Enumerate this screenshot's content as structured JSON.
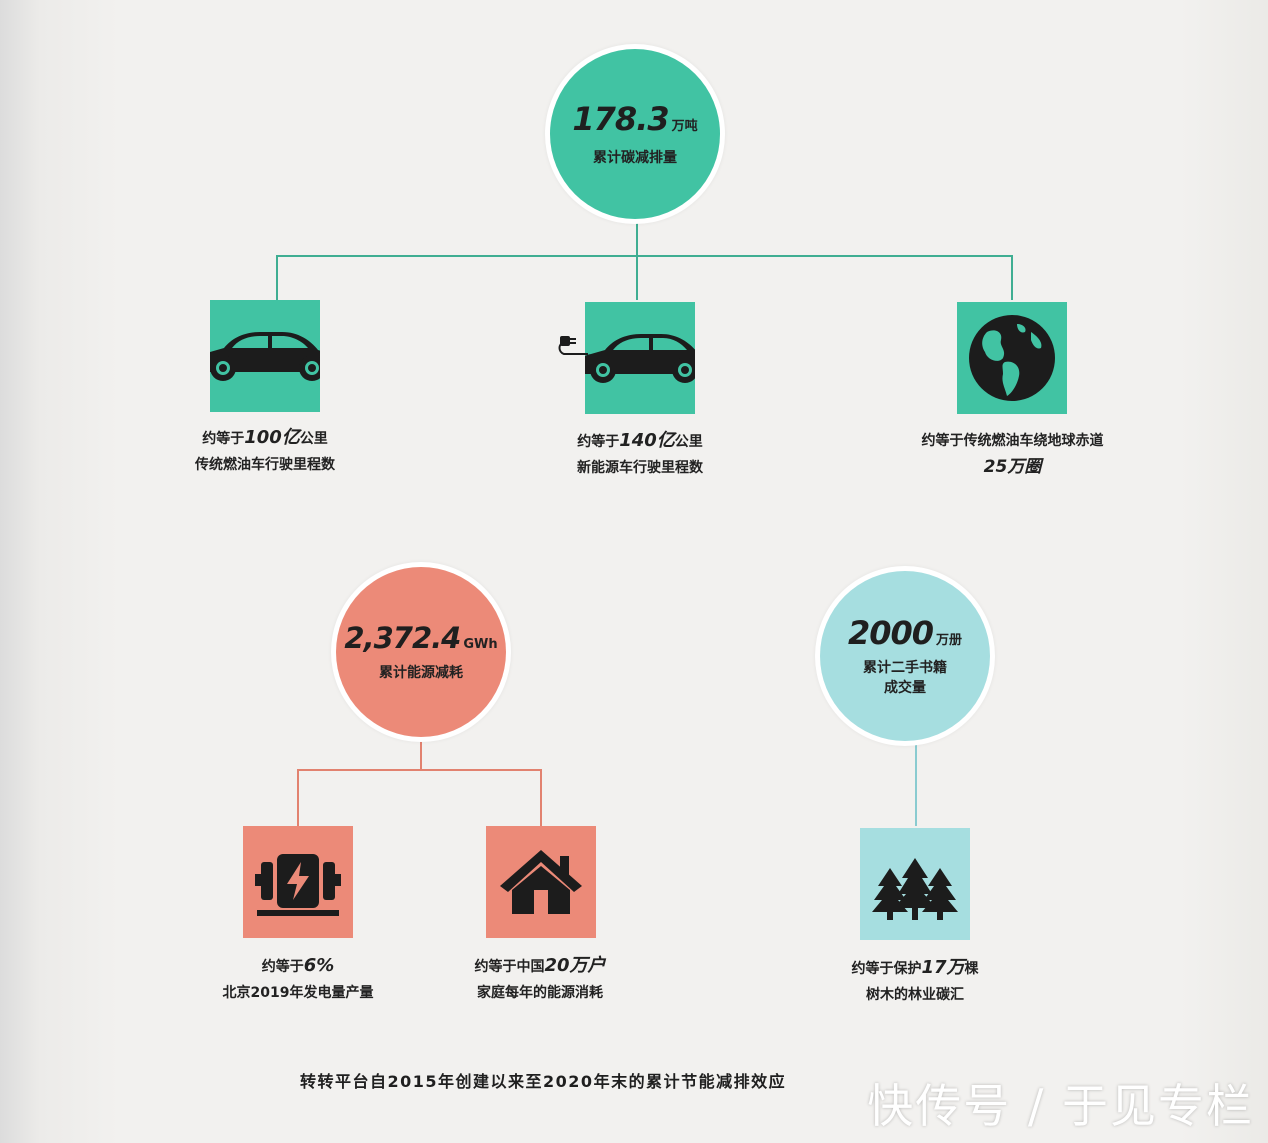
{
  "colors": {
    "green": "#41c3a3",
    "salmon": "#ec8a78",
    "teal_light": "#a6dee0",
    "line_green": "#3fae92",
    "line_salmon": "#e2826f",
    "line_teal": "#8acbd0"
  },
  "carbon": {
    "value": "178.3",
    "unit": "万吨",
    "label": "累计碳减排量",
    "items": [
      {
        "icon": "car-icon",
        "line1_pre": "约等于",
        "line1_hl": "100亿",
        "line1_post": "公里",
        "line2": "传统燃油车行驶里程数"
      },
      {
        "icon": "electric-car-icon",
        "line1_pre": "约等于",
        "line1_hl": "140亿",
        "line1_post": "公里",
        "line2": "新能源车行驶里程数"
      },
      {
        "icon": "globe-icon",
        "line1_pre": "约等于传统燃油车绕地球赤道",
        "line1_hl": "",
        "line1_post": "",
        "line2": "25万圈"
      }
    ]
  },
  "energy": {
    "value": "2,372.4",
    "unit": "GWh",
    "label": "累计能源减耗",
    "items": [
      {
        "icon": "power-generator-icon",
        "line1_pre": "约等于",
        "line1_hl": "6%",
        "line1_post": "",
        "line2": "北京2019年发电量产量"
      },
      {
        "icon": "house-icon",
        "line1_pre": "约等于中国",
        "line1_hl": "20万户",
        "line1_post": "",
        "line2": "家庭每年的能源消耗"
      }
    ]
  },
  "books": {
    "value": "2000",
    "unit": "万册",
    "label_line1": "累计二手书籍",
    "label_line2": "成交量",
    "items": [
      {
        "icon": "trees-icon",
        "line1_pre": "约等于保护",
        "line1_hl": "17万",
        "line1_post": "棵",
        "line2": "树木的林业碳汇"
      }
    ]
  },
  "footer": "转转平台自2015年创建以来至2020年末的累计节能减排效应",
  "watermark": "快传号 / 于见专栏"
}
